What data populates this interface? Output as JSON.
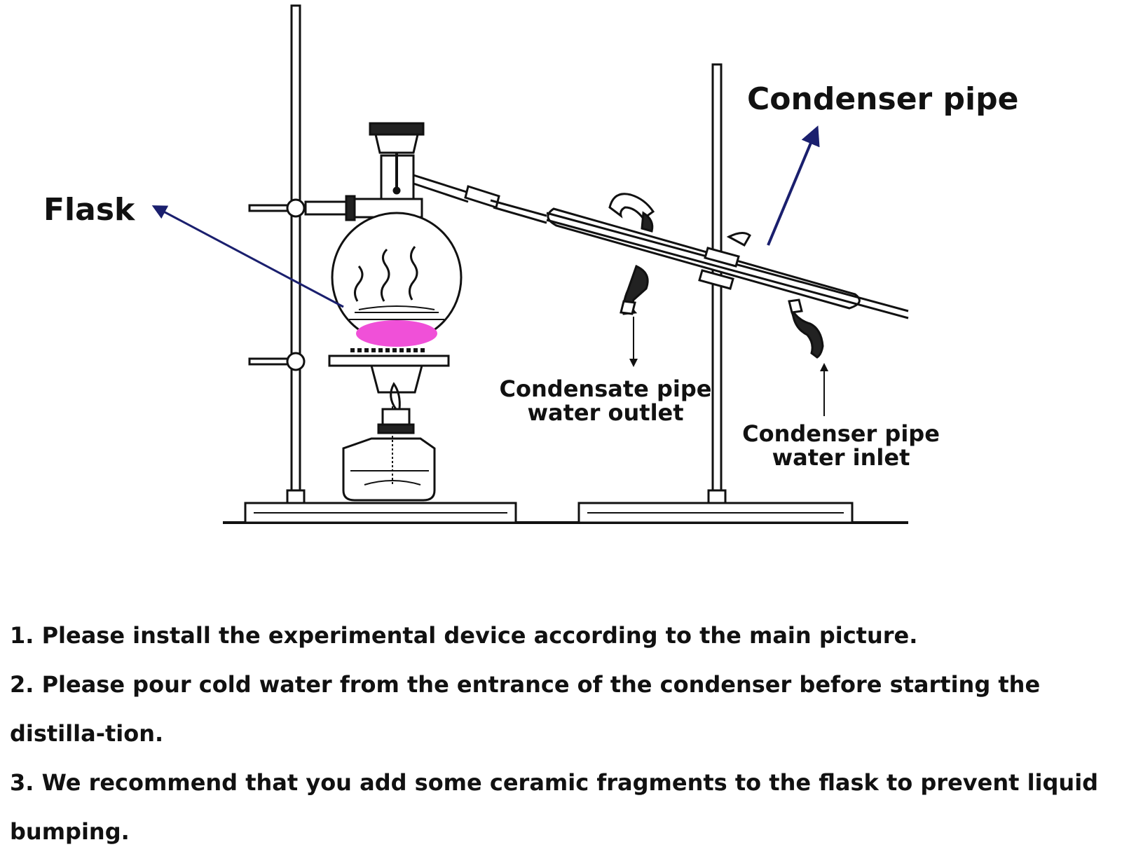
{
  "labels": {
    "flask": "Flask",
    "condenser_pipe": "Condenser pipe",
    "condensate_outlet_line1": "Condensate pipe",
    "condensate_outlet_line2": "water outlet",
    "condenser_inlet_line1": "Condenser pipe",
    "condenser_inlet_line2": "water inlet"
  },
  "instructions": [
    "1. Please install the experimental device according to the main picture.",
    "2. Please pour cold water from the entrance of the condenser before starting the distilla-tion.",
    "3. We recommend that you add some ceramic fragments to the flask to prevent liquid bumping."
  ],
  "colors": {
    "liquid": "#f050d8",
    "arrow": "#1a1f6e",
    "line": "#111111"
  }
}
